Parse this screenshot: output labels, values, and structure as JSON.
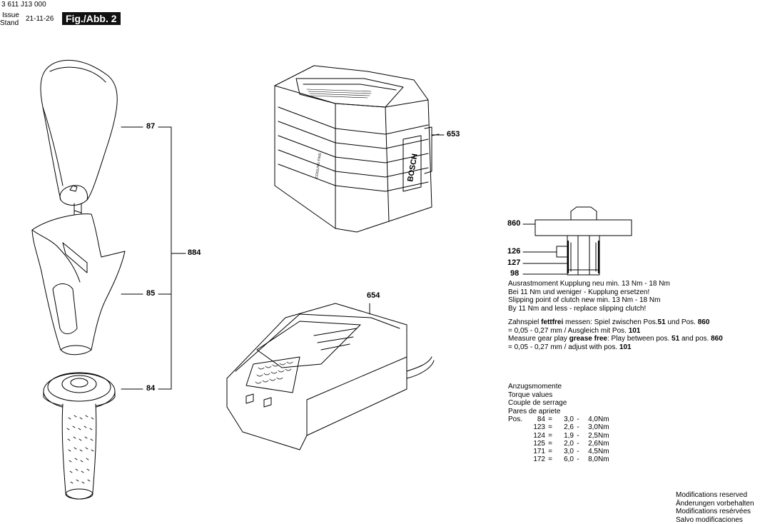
{
  "header": {
    "part_number": "3 611 J13 000",
    "issue_label": "Issue",
    "stand_label": "Stand",
    "date": "21-11-26",
    "figure": "Fig./Abb. 2"
  },
  "callouts": {
    "c87": "87",
    "c884": "884",
    "c85": "85",
    "c84": "84",
    "c653": "653",
    "c654": "654",
    "c860": "860",
    "c126": "126",
    "c127": "127",
    "c98": "98"
  },
  "clutch_note": {
    "line1": "Ausrastmoment Kupplung neu min. 13 Nm - 18 Nm",
    "line2": "Bei 11 Nm und weniger - Kupplung ersetzen!",
    "line3": "Slipping point of clutch new min. 13 Nm - 18 Nm",
    "line4": "By 11 Nm and less - replace slipping clutch!"
  },
  "gear_note": {
    "l1_a": "Zahnspiel ",
    "l1_b": "fettfrei",
    "l1_c": " messen: Spiel zwischen Pos.",
    "l1_d": "51",
    "l1_e": " und Pos. ",
    "l1_f": "860",
    "l2_a": "= 0,05 - 0,27 mm / Ausgleich mit Pos. ",
    "l2_b": "101",
    "l3_a": "Measure gear play ",
    "l3_b": "grease free",
    "l3_c": ": Play between pos. ",
    "l3_d": "51",
    "l3_e": " and pos. ",
    "l3_f": "860",
    "l4_a": "= 0,05 - 0,27 mm / adjust with pos. ",
    "l4_b": "101"
  },
  "torque": {
    "title1": "Anzugsmomente",
    "title2": "Torque values",
    "title3": "Couple de serrage",
    "title4": "Pares de apriete",
    "rows": [
      {
        "pre": "Pos.",
        "pos": "84",
        "eq": "=",
        "min": "3,0",
        "dash": "-",
        "max": "4,0",
        "unit": "Nm"
      },
      {
        "pre": "",
        "pos": "123",
        "eq": "=",
        "min": "2,6",
        "dash": "-",
        "max": "3,0",
        "unit": "Nm"
      },
      {
        "pre": "",
        "pos": "124",
        "eq": "=",
        "min": "1,9",
        "dash": "-",
        "max": "2,5",
        "unit": "Nm"
      },
      {
        "pre": "",
        "pos": "125",
        "eq": "=",
        "min": "2,0",
        "dash": "-",
        "max": "2,6",
        "unit": "Nm"
      },
      {
        "pre": "",
        "pos": "171",
        "eq": "=",
        "min": "3,0",
        "dash": "-",
        "max": "4,5",
        "unit": "Nm"
      },
      {
        "pre": "",
        "pos": "172",
        "eq": "=",
        "min": "6,0",
        "dash": "-",
        "max": "8,0",
        "unit": "Nm"
      }
    ]
  },
  "modifications": {
    "en": "Modifications reserved",
    "de": "Änderungen vorbehalten",
    "fr": "Modifications resérvées",
    "es": "Salvo modificaciones"
  },
  "battery_labels": {
    "brand": "BOSCH",
    "cooling": "COOLING FINS"
  },
  "colors": {
    "line": "#000000",
    "fig_tag_bg": "#111111"
  }
}
